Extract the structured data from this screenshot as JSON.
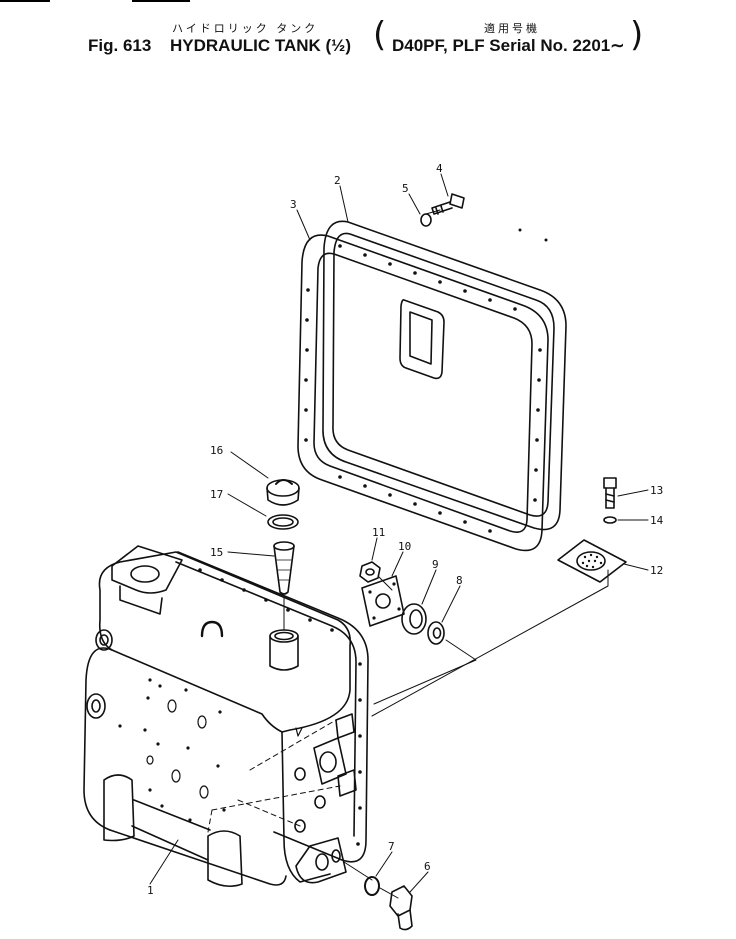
{
  "header": {
    "jp_title": "ハイドロリック タンク",
    "jp_applicable": "適用号機",
    "fig_label": "Fig. 613",
    "title": "HYDRAULIC TANK (½)",
    "applicability": "D40PF, PLF Serial No. 2201∼"
  },
  "parts": [
    {
      "no": "1"
    },
    {
      "no": "2"
    },
    {
      "no": "3"
    },
    {
      "no": "4"
    },
    {
      "no": "5"
    },
    {
      "no": "6"
    },
    {
      "no": "7"
    },
    {
      "no": "8"
    },
    {
      "no": "9"
    },
    {
      "no": "10"
    },
    {
      "no": "11"
    },
    {
      "no": "12"
    },
    {
      "no": "13"
    },
    {
      "no": "14"
    },
    {
      "no": "15"
    },
    {
      "no": "16"
    },
    {
      "no": "17"
    }
  ],
  "colors": {
    "ink": "#111111",
    "paper": "#ffffff"
  }
}
